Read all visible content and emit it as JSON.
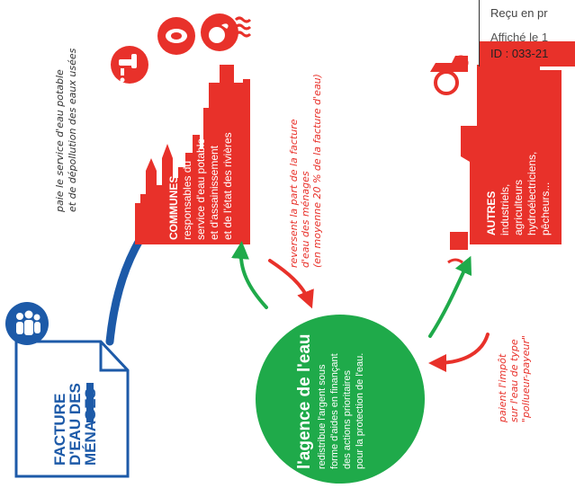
{
  "colors": {
    "red": "#e8312a",
    "green": "#1faa4a",
    "blue": "#1d5aa8",
    "text_dark": "#333333"
  },
  "facture": {
    "lines": [
      "FACTURE",
      "D'EAU DES",
      "MÉNAGES"
    ],
    "icon": "people-icon"
  },
  "blue_arrow_label": [
    "paie le service d'eau potable",
    "et de dépollution des eaux usées"
  ],
  "communes": {
    "title": "COMMUNES",
    "lines": [
      "responsables du",
      "service d'eau potable",
      "et d'assainissement",
      "et de l'état des rivières"
    ],
    "icons": [
      "tap-icon",
      "food-icon",
      "apple-icon",
      "waves-icon"
    ]
  },
  "reversent_label": [
    "reversent la part de la facture",
    "d'eau des ménages",
    "(en moyenne 20 % de la facture d'eau)"
  ],
  "agence": {
    "title": "l'agence de l'eau",
    "lines": [
      "redistribue l'argent sous",
      "forme d'aides en finançant",
      "des actions prioritaires",
      "pour la protection de l'eau."
    ]
  },
  "autres": {
    "title": "AUTRES",
    "lines": [
      "industriels,",
      "agriculteurs",
      "hydroélectriciens,",
      "pêcheurs..."
    ],
    "icons": [
      "tractor-icon",
      "factory-icon"
    ]
  },
  "paient_label": [
    "paient l'impôt",
    "sur l'eau de type",
    "\"pollueur-payeur\""
  ],
  "stamp": {
    "line1": "Reçu en pr",
    "line2": "Affiché le 1",
    "line3": "ID : 033-21"
  }
}
